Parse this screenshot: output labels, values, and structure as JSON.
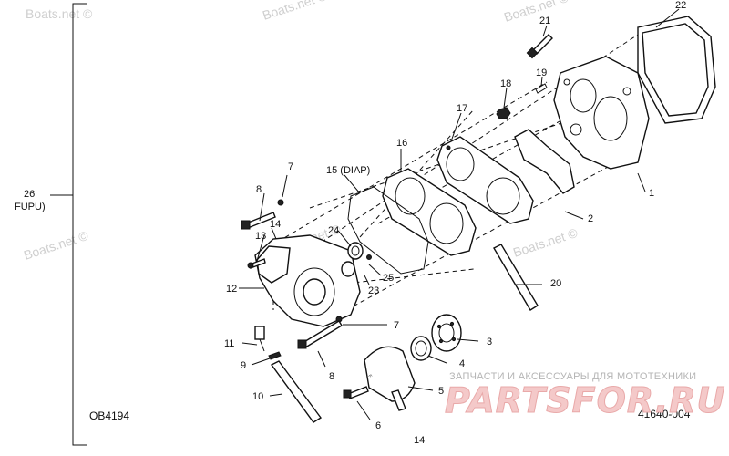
{
  "watermarks": {
    "boats1": "Boats.net ©",
    "boats2": "Boats.net ©",
    "boats3": "Boats.net ©",
    "boats4": "Boats.net ©",
    "boats5": "Boats.net ©",
    "boats6": "Boats.net ©"
  },
  "assembly": {
    "number": "26",
    "name": "FUPU)"
  },
  "codes": {
    "left": "OB4194",
    "right": "41640-004"
  },
  "promo": {
    "tagline": "ЗАПЧАСТИ И АКСЕССУАРЫ ДЛЯ МОТОТЕХНИКИ",
    "brand": "PARTSFOR.RU"
  },
  "callouts": {
    "p1": "1",
    "p2": "2",
    "p3": "3",
    "p4": "4",
    "p5": "5",
    "p6": "6",
    "p7a": "7",
    "p7b": "7",
    "p8a": "8",
    "p8b": "8",
    "p9": "9",
    "p10": "10",
    "p11": "11",
    "p12": "12",
    "p13": "13",
    "p14a": "14",
    "p14b": "14",
    "p15": "15 (DIAP)",
    "p16": "16",
    "p17": "17",
    "p18": "18",
    "p19": "19",
    "p20": "20",
    "p21": "21",
    "p22": "22",
    "p23": "23",
    "p24": "24",
    "p25": "25"
  }
}
